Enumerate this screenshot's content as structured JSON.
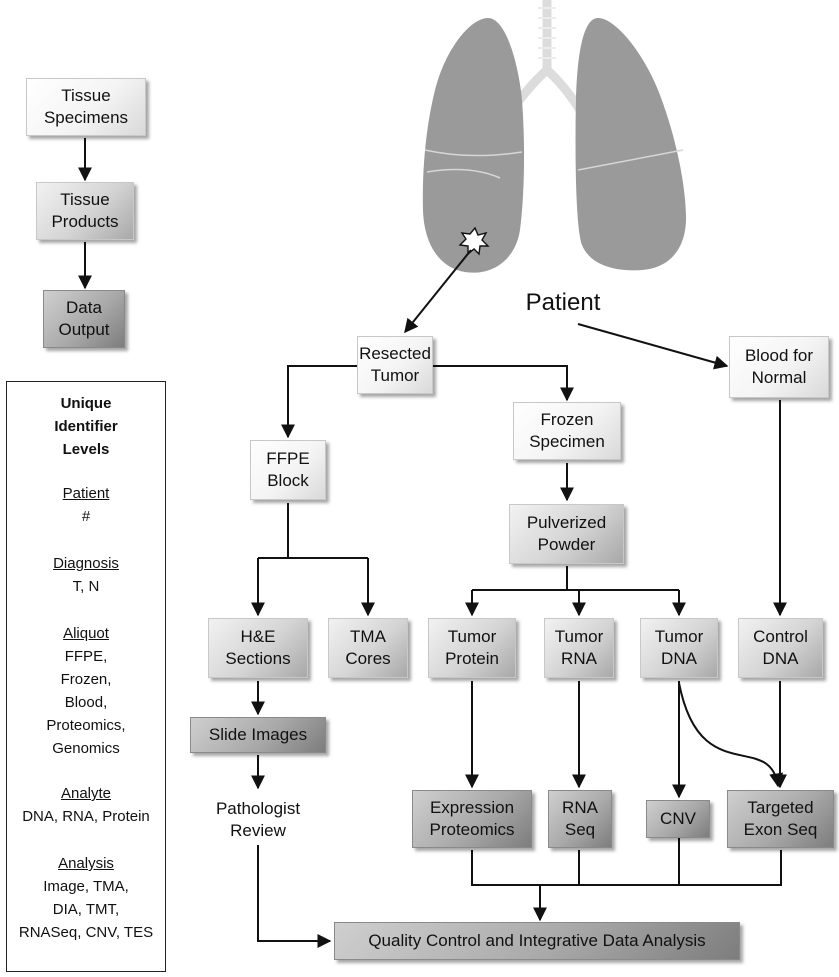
{
  "legend_key": {
    "specimens": "Tissue\nSpecimens",
    "products": "Tissue\nProducts",
    "output": "Data\nOutput"
  },
  "identifier_panel": {
    "title": "Unique\nIdentifier\nLevels",
    "sections": [
      {
        "heading": "Patient",
        "value": "#"
      },
      {
        "heading": "Diagnosis",
        "value": "T, N"
      },
      {
        "heading": "Aliquot ",
        "value": "FFPE,\nFrozen,\nBlood,\nProteomics,\nGenomics"
      },
      {
        "heading": "Analyte",
        "value": "DNA, RNA, Protein"
      },
      {
        "heading": "Analysis",
        "value": "Image, TMA,\nDIA, TMT,\nRNASeq, CNV, TES"
      }
    ]
  },
  "flow": {
    "patient": "Patient",
    "resected_tumor": "Resected\nTumor",
    "blood_normal": "Blood for\nNormal",
    "ffpe_block": "FFPE\nBlock",
    "frozen_specimen": "Frozen\nSpecimen",
    "pulverized_powder": "Pulverized\nPowder",
    "he_sections": "H&E\nSections",
    "tma_cores": "TMA\nCores",
    "tumor_protein": "Tumor\nProtein",
    "tumor_rna": "Tumor\nRNA",
    "tumor_dna": "Tumor\nDNA",
    "control_dna": "Control\nDNA",
    "slide_images": "Slide Images",
    "pathologist_review": "Pathologist\nReview",
    "expression_proteomics": "Expression\nProteomics",
    "rna_seq": "RNA\nSeq",
    "cnv": "CNV",
    "targeted_exon_seq": "Targeted\nExon Seq",
    "integrative_analysis": "Quality Control and Integrative Data Analysis"
  }
}
